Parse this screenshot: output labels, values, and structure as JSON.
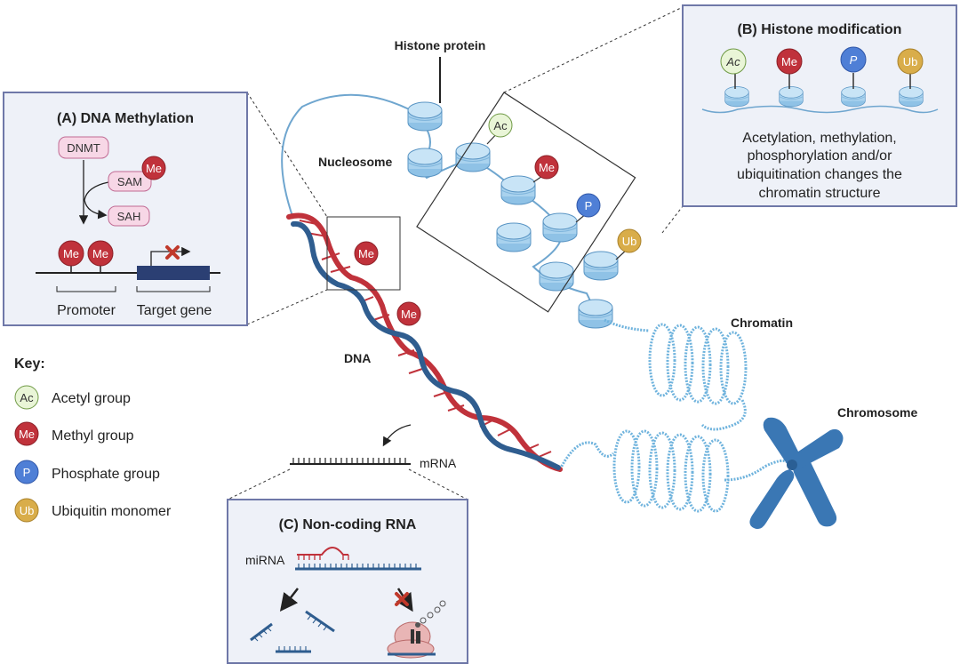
{
  "labels": {
    "histone_protein": "Histone protein",
    "nucleosome": "Nucleosome",
    "chromatin": "Chromatin",
    "chromosome": "Chromosome",
    "dna": "DNA",
    "mrna": "mRNA"
  },
  "panel_a": {
    "title": "(A) DNA Methylation",
    "dnmt": "DNMT",
    "sam": "SAM",
    "sah": "SAH",
    "promoter": "Promoter",
    "target_gene": "Target gene"
  },
  "panel_b": {
    "title": "(B) Histone modification",
    "desc_line1": "Acetylation, methylation,",
    "desc_line2": "phosphorylation and/or",
    "desc_line3": "ubiquitination changes the",
    "desc_line4": "chromatin structure"
  },
  "panel_c": {
    "title": "(C) Non-coding RNA",
    "mirna": "miRNA"
  },
  "badges": {
    "ac": "Ac",
    "me": "Me",
    "p": "P",
    "ub": "Ub"
  },
  "key": {
    "title": "Key:",
    "items": [
      {
        "badge": "Ac",
        "label": "Acetyl group",
        "fill": "#e9f5d7",
        "stroke": "#6f9a45",
        "text": "#333333"
      },
      {
        "badge": "Me",
        "label": "Methyl group",
        "fill": "#c0323b",
        "stroke": "#8c1f26",
        "text": "#ffffff"
      },
      {
        "badge": "P",
        "label": "Phosphate group",
        "fill": "#4f7fd6",
        "stroke": "#2f56a8",
        "text": "#ffffff"
      },
      {
        "badge": "Ub",
        "label": "Ubiquitin monomer",
        "fill": "#d9ad4a",
        "stroke": "#a9812a",
        "text": "#ffffff"
      }
    ]
  },
  "colors": {
    "panel_border": "#6f78a8",
    "panel_fill": "#eef1f8",
    "dna_red": "#c0323b",
    "dna_blue": "#2f5d8f",
    "nucleosome": "#a9d2ee",
    "chromosome": "#3a77b4",
    "gene_box": "#2b3f73"
  }
}
